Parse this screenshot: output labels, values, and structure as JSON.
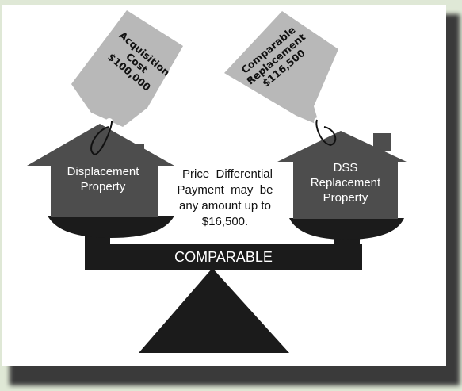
{
  "tags": {
    "left": {
      "line1": "Acquisition",
      "line2": "Cost",
      "line3": "$100,000"
    },
    "right": {
      "line1": "Comparable",
      "line2": "Replacement",
      "line3": "$116,500"
    }
  },
  "houses": {
    "left": {
      "line1": "Displacement",
      "line2": "Property"
    },
    "right": {
      "line1": "DSS",
      "line2": "Replacement",
      "line3": "Property"
    }
  },
  "note": {
    "line1": "Price  Differential",
    "line2": "Payment  may  be",
    "line3": "any amount up to",
    "line4": "$16,500."
  },
  "beam": {
    "label": "COMPARABLE"
  },
  "colors": {
    "background": "#dfe8d6",
    "house": "#4d4d4d",
    "tag": "#b8b8b8",
    "scale": "#1b1b1b"
  }
}
